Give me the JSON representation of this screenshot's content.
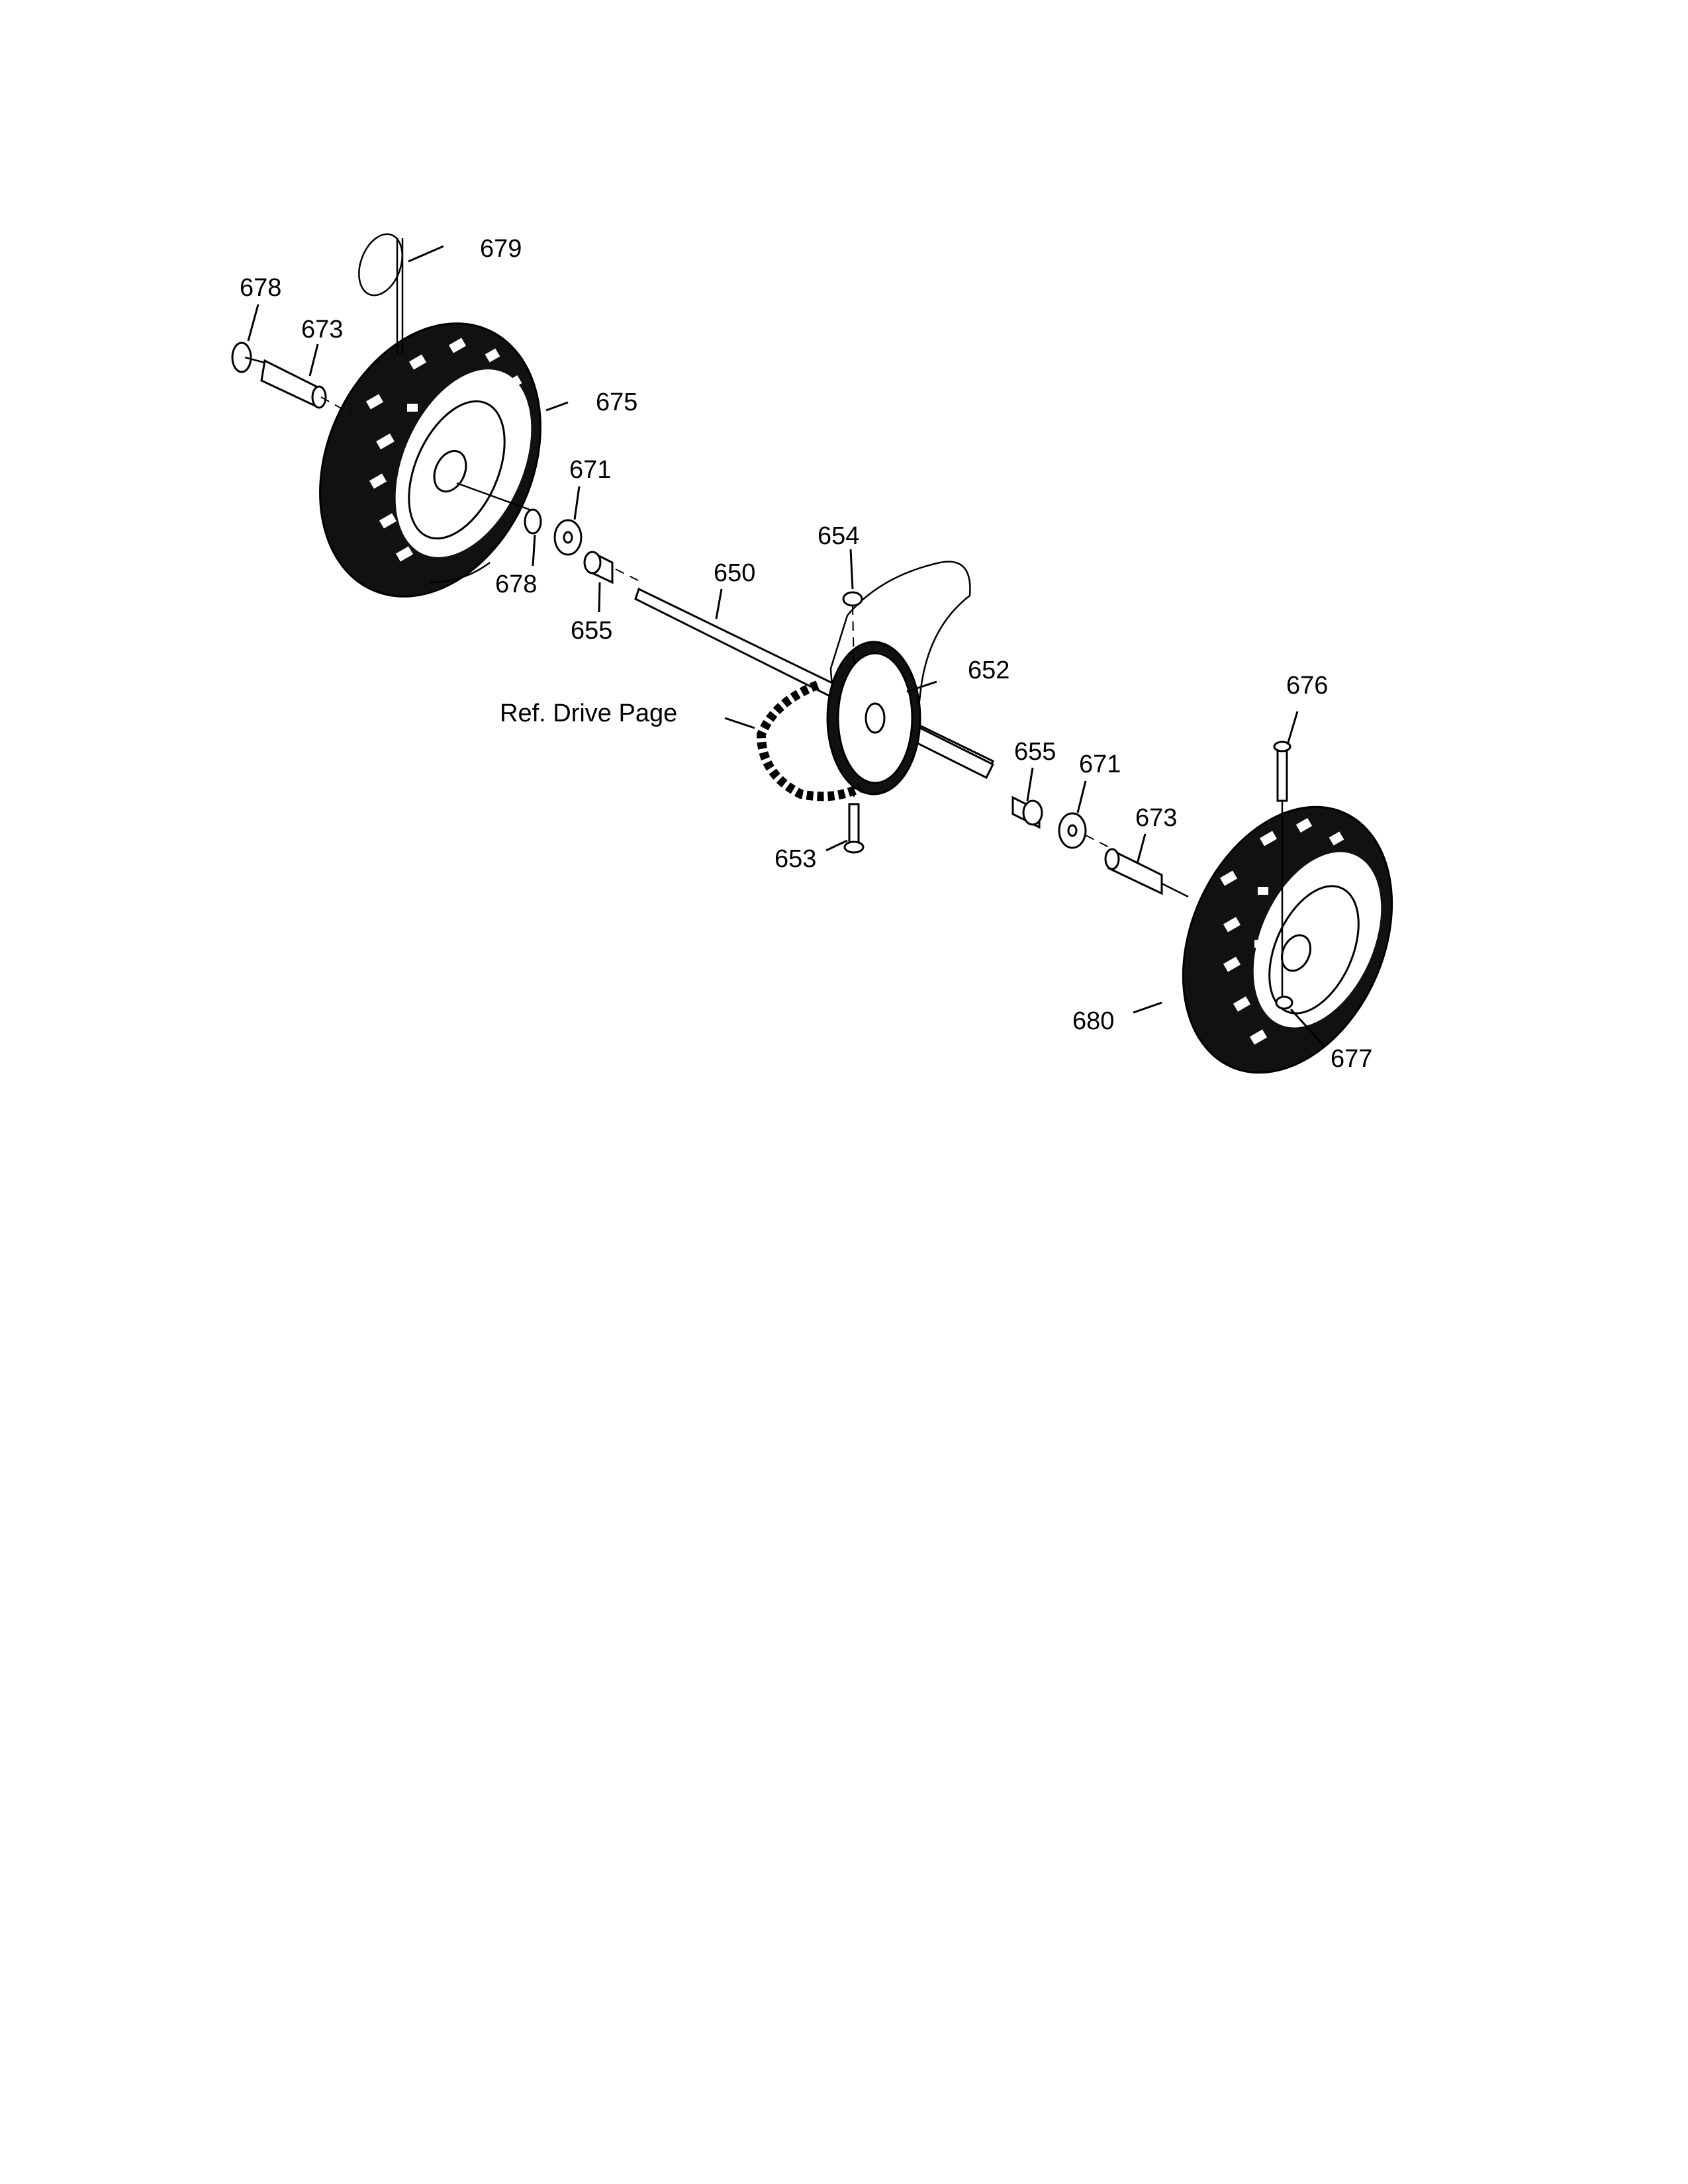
{
  "labels": {
    "p679": "679",
    "p678a": "678",
    "p673a": "673",
    "p675": "675",
    "p671a": "671",
    "p678b": "678",
    "p655a": "655",
    "p654": "654",
    "p650": "650",
    "p652": "652",
    "ref": "Ref. Drive Page",
    "p676": "676",
    "p655b": "655",
    "p671b": "671",
    "p673b": "673",
    "p653": "653",
    "p680": "680",
    "p677": "677"
  }
}
